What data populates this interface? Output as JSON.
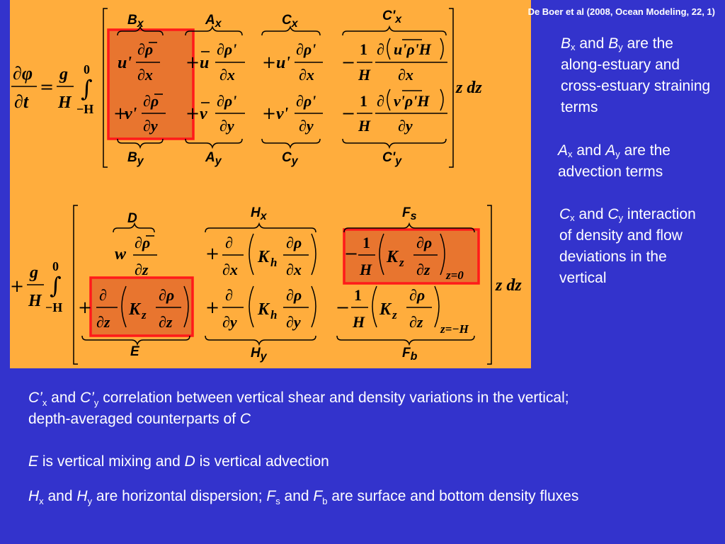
{
  "citation": "De Boer et al (2008, Ocean Modeling, 22, 1)",
  "labels_top": {
    "Bx": [
      "B",
      "x"
    ],
    "Ax": [
      "A",
      "x"
    ],
    "Cx": [
      "C",
      "x"
    ],
    "Cpx": [
      "C'",
      "x"
    ],
    "By": [
      "B",
      "y"
    ],
    "Ay": [
      "A",
      "y"
    ],
    "Cy": [
      "C",
      "y"
    ],
    "Cpy": [
      "C'",
      "y"
    ]
  },
  "labels_bottom": {
    "D": "D",
    "Hx": [
      "H",
      "x"
    ],
    "Fs": [
      "F",
      "s"
    ],
    "E": "E",
    "Hy": [
      "H",
      "y"
    ],
    "Fb": [
      "F",
      "b"
    ]
  },
  "notes": {
    "b": {
      "s1": "B",
      "x": "x",
      "and": " and ",
      "s2": "B",
      "y": "y",
      "rest": " are the along-estuary and cross-estuary straining terms"
    },
    "a": {
      "s1": "A",
      "x": "x",
      "and": " and ",
      "s2": "A",
      "y": "y",
      "rest": " are the advection terms"
    },
    "c": {
      "s1": "C",
      "x": "x",
      "and": " and ",
      "s2": "C",
      "y": "y",
      "rest": " interaction of density and flow deviations in the vertical"
    }
  },
  "bottom": {
    "line1": {
      "s1": "C’",
      "x": "x",
      "and": " and ",
      "s2": "C’",
      "y": "y",
      "rest": " correlation between vertical shear and density variations in the vertical;"
    },
    "line2": {
      "text": "depth-averaged counterparts of ",
      "c": "C"
    },
    "line3": {
      "e": "E",
      "t1": " is vertical mixing and ",
      "d": "D",
      "t2": " is vertical advection"
    },
    "line4": {
      "h1": "H",
      "x": "x",
      "and1": " and ",
      "h2": "H",
      "y": "y",
      "t1": " are horizontal dispersion;  ",
      "f1": "F",
      "s": "s",
      "and2": " and ",
      "f2": "F",
      "b": "b",
      "t2": " are surface and bottom density fluxes"
    }
  }
}
